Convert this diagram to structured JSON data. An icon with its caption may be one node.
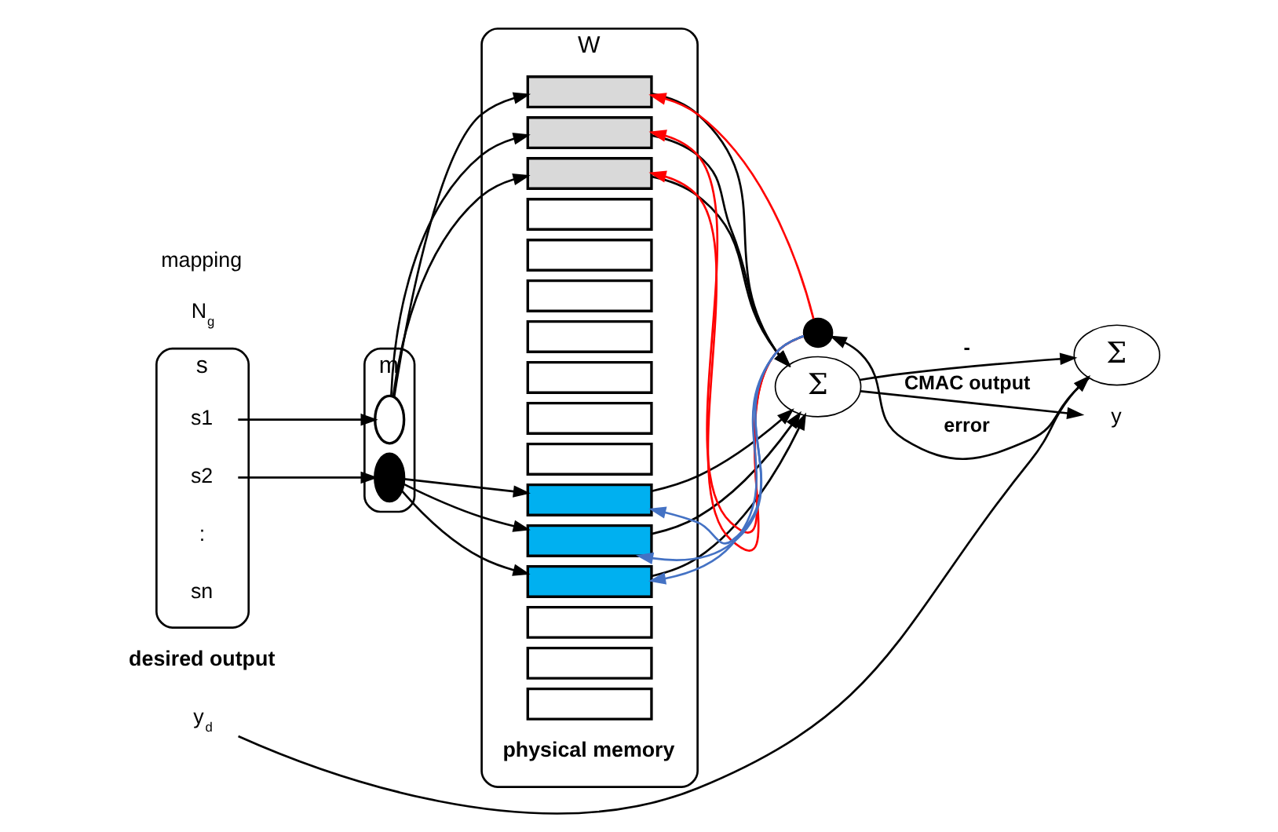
{
  "diagram": {
    "nodes": [
      {
        "text": [
          "s"
        ]
      },
      {
        "text": [
          "s1"
        ],
        "in": 0
      },
      {
        "text": [
          "s2"
        ],
        "in": 0
      },
      {
        "text": [
          ":"
        ],
        "in": 0
      },
      {
        "text": [
          "sn"
        ],
        "in": 0
      },
      {
        "text": [
          "m"
        ]
      },
      {
        "text": [],
        "shape": "ellipse",
        "in": 5
      },
      {
        "text": [],
        "shape": "ellipse",
        "in": 5
      },
      {
        "text": [
          "W"
        ],
        "beside": [
          "physical memory"
        ]
      },
      {
        "text": [],
        "shape": "box",
        "in": 8
      },
      {
        "text": [],
        "shape": "box",
        "in": 8
      },
      {
        "text": [],
        "shape": "box",
        "in": 8
      },
      {
        "text": [],
        "shape": "box",
        "in": 8
      },
      {
        "text": [],
        "shape": "box",
        "in": 8
      },
      {
        "text": [],
        "shape": "box",
        "in": 8
      },
      {
        "text": [],
        "shape": "box",
        "in": 8
      },
      {
        "text": [],
        "shape": "box",
        "in": 8
      },
      {
        "text": [],
        "shape": "box",
        "in": 8
      },
      {
        "text": [],
        "shape": "box",
        "in": 8
      },
      {
        "text": [],
        "shape": "box",
        "in": 8
      },
      {
        "text": [],
        "shape": "box",
        "in": 8
      },
      {
        "text": [],
        "shape": "box",
        "in": 8
      },
      {
        "text": [],
        "shape": "box",
        "in": 8
      },
      {
        "text": [],
        "shape": "box",
        "in": 8
      },
      {
        "text": [],
        "shape": "box",
        "in": 8
      },
      {
        "text": [
          "Σ"
        ]
      },
      {
        "text": [],
        "shape": "circle"
      },
      {
        "text": [
          "Σ"
        ]
      },
      {
        "text": [
          "y"
        ]
      },
      {
        "text": [
          "y$_{d}$"
        ],
        "beside": [
          "desired output"
        ]
      }
    ],
    "edges": [
      {
        "from": 1,
        "to": 6,
        "arrow": "to"
      },
      {
        "from": 2,
        "to": 7,
        "arrow": "to"
      },
      {
        "from": 6,
        "to": 9,
        "arrow": "to"
      },
      {
        "from": 6,
        "to": 10,
        "arrow": "to"
      },
      {
        "from": 6,
        "to": 11,
        "arrow": "to"
      },
      {
        "from": 7,
        "to": 19,
        "arrow": "to"
      },
      {
        "from": 7,
        "to": 20,
        "arrow": "to"
      },
      {
        "from": 7,
        "to": 21,
        "arrow": "to"
      },
      {
        "from": 9,
        "to": 25,
        "arrow": "to"
      },
      {
        "from": 10,
        "to": 25,
        "arrow": "to"
      },
      {
        "from": 11,
        "to": 25,
        "arrow": "to"
      },
      {
        "from": 19,
        "to": 25,
        "arrow": "to"
      },
      {
        "from": 20,
        "to": 25,
        "arrow": "to"
      },
      {
        "from": 21,
        "to": 25,
        "arrow": "to"
      },
      {
        "from": 26,
        "to": 9,
        "arrow": "to",
        "color": "#ff0000"
      },
      {
        "from": 26,
        "to": 10,
        "arrow": "to",
        "color": "#ff0000"
      },
      {
        "from": 26,
        "to": 11,
        "arrow": "to",
        "color": "#ff0000"
      },
      {
        "from": 26,
        "to": 19,
        "arrow": "to",
        "color": "#4472c4"
      },
      {
        "from": 26,
        "to": 20,
        "arrow": "to",
        "color": "#4472c4"
      },
      {
        "from": 26,
        "to": 21,
        "arrow": "to",
        "color": "#4472c4"
      },
      {
        "from": 25,
        "to": 28,
        "arrow": "to",
        "label": "CMAC output"
      },
      {
        "from": 25,
        "to": 27,
        "arrow": "to",
        "label": "-"
      },
      {
        "from": 27,
        "to": 26,
        "arrow": "to",
        "label": "error"
      },
      {
        "from": 29,
        "to": 27,
        "arrow": "to"
      }
    ],
    "labels": [
      "N$_{g}$",
      "mapping"
    ]
  }
}
